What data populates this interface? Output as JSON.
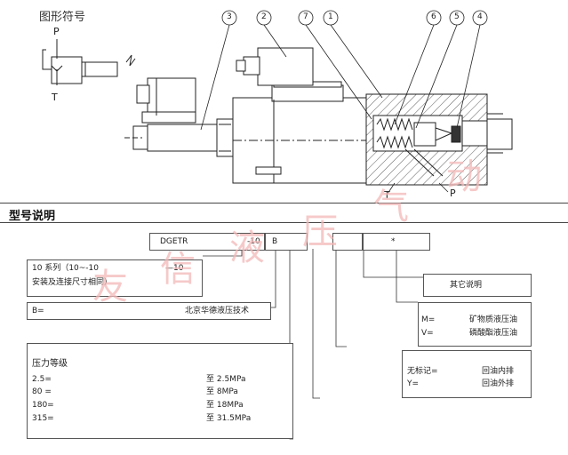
{
  "symbol_title": "图形符号",
  "port_labels": {
    "p": "P",
    "t": "T"
  },
  "section_title": "型号说明",
  "callouts": [
    "3",
    "2",
    "7",
    "1",
    "6",
    "5",
    "4"
  ],
  "model_code": {
    "prefix": "DGETR",
    "series": "-10",
    "material": "B",
    "tail": "*"
  },
  "series_box": {
    "line1": "10 系列（10~-10",
    "code": "—10",
    "line2": "安装及连接尺寸相同）"
  },
  "brand": {
    "key": "B=",
    "value": "北京华德液压技术"
  },
  "pressure": {
    "title": "压力等级",
    "rows": [
      {
        "code": "2.5=",
        "value": "至 2.5MPa"
      },
      {
        "code": "80 =",
        "value": "至 8MPa"
      },
      {
        "code": "180=",
        "value": "至 18MPa"
      },
      {
        "code": "315=",
        "value": "至 31.5MPa"
      }
    ]
  },
  "other": {
    "label": "其它说明"
  },
  "fluid": {
    "rows": [
      {
        "code": "M=",
        "value": "矿物质液压油"
      },
      {
        "code": "V=",
        "value": "磷酸酯液压油"
      }
    ]
  },
  "drain": {
    "rows": [
      {
        "code": "无标记=",
        "value": "回油内排"
      },
      {
        "code": "Y=",
        "value": "回油外排"
      }
    ]
  },
  "watermark": [
    "友",
    "信",
    "液",
    "压",
    "气",
    "动"
  ]
}
